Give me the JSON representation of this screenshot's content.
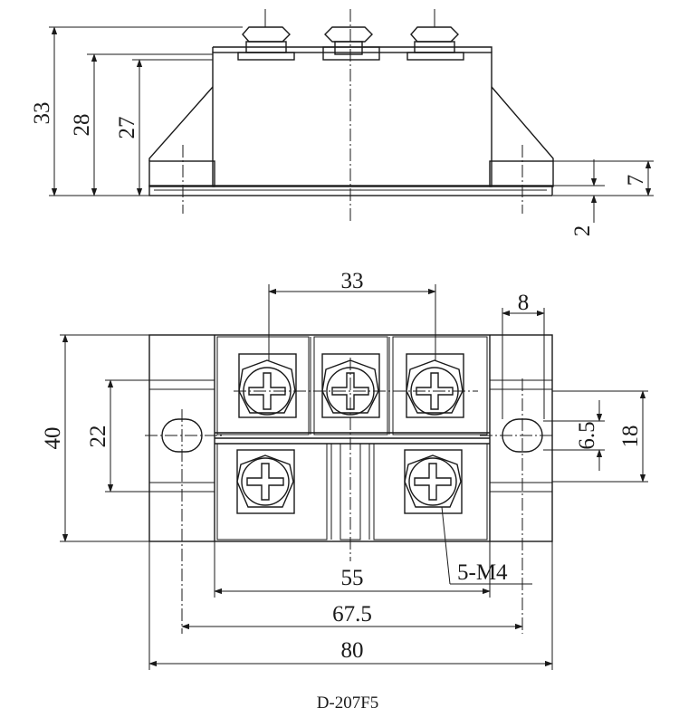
{
  "side_view": {
    "dimensions": {
      "overall_height": "33",
      "body_height": "28",
      "case_height": "27",
      "flange_height": "7",
      "base_thickness": "2"
    }
  },
  "top_view": {
    "dimensions": {
      "terminal_pitch": "33",
      "flange_width": "8",
      "overall_width": "40",
      "terminal_row_spacing": "22",
      "hole_row_spacing": "18",
      "mounting_hole_diameter": "6.5",
      "inner_body_length": "55",
      "mounting_hole_pitch": "67.5",
      "overall_length": "80"
    },
    "callout": "5-M4"
  },
  "caption": "D-207F5",
  "colors": {
    "line": "#1a1a1a",
    "background": "#ffffff"
  }
}
